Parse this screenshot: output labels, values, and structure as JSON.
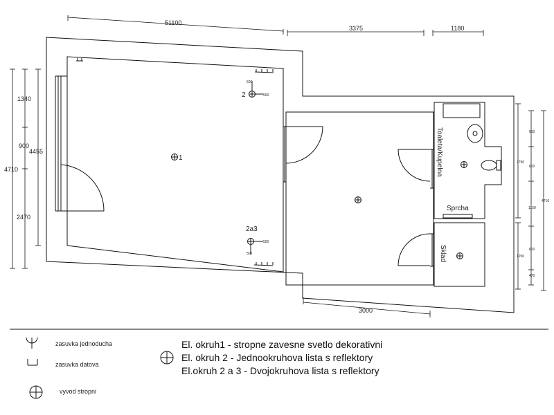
{
  "dimensions": {
    "top_left": "51100",
    "top_mid": "3375",
    "top_right": "1180",
    "bottom": "3000",
    "left_1340": "1340",
    "left_900": "900",
    "left_4455": "4455",
    "left_4710": "4710",
    "left_2470": "2470",
    "r_inner_1": "610",
    "r_inner_2": "600",
    "r_inner_3": "1150",
    "r_inner_4": "600",
    "r_inner_5": "470",
    "r_outer_1": "2790",
    "r_outer_2": "1250",
    "r_far": "4710"
  },
  "labels": {
    "light1": "1",
    "light2": "2",
    "light23": "2a3",
    "d500_a": "500",
    "d500_b": "500",
    "d500_c": "500",
    "d500_d": "500",
    "toilet": "Toaleta/Kupelna",
    "shower": "Sprcha",
    "storage": "Sklad"
  },
  "legend": {
    "socket_single": "zasuvka jednoducha",
    "socket_data": "zasuvka datova",
    "ceiling_outlet": "vyvod stropni",
    "circuit1": "El. okruh1 - stropne zavesne svetlo dekorativni",
    "circuit2": "El. okruh 2 - Jednookruhova lista s reflektory",
    "circuit23": "El.okruh 2 a 3 - Dvojokruhova lista s reflektory"
  }
}
